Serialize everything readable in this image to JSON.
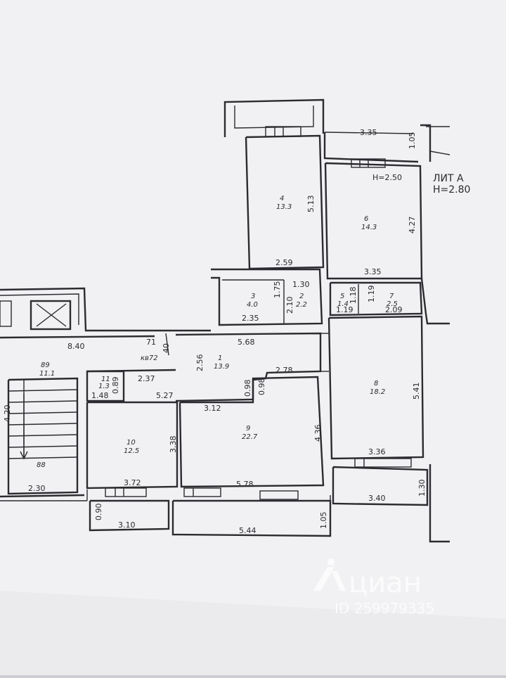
{
  "header": {
    "lit": "ЛИТ А",
    "height": "Н=2.80",
    "height_small": "Н=2.50"
  },
  "flat_label": "кв72",
  "rooms": [
    {
      "id": "room-1",
      "num": "1",
      "area": "13.9"
    },
    {
      "id": "room-2",
      "num": "2",
      "area": "2.2"
    },
    {
      "id": "room-3",
      "num": "3",
      "area": "4.0"
    },
    {
      "id": "room-4",
      "num": "4",
      "area": "13.3"
    },
    {
      "id": "room-5",
      "num": "5",
      "area": "1.4"
    },
    {
      "id": "room-6",
      "num": "6",
      "area": "14.3"
    },
    {
      "id": "room-7",
      "num": "7",
      "area": "2.5"
    },
    {
      "id": "room-8",
      "num": "8",
      "area": "18.2"
    },
    {
      "id": "room-9",
      "num": "9",
      "area": "22.7"
    },
    {
      "id": "room-10",
      "num": "10",
      "area": "12.5"
    },
    {
      "id": "room-11",
      "num": "11",
      "area": "1.3"
    },
    {
      "id": "room-89",
      "num": "89",
      "area": "11.1"
    },
    {
      "id": "room-88",
      "num": "88",
      "area": ""
    }
  ],
  "dimensions": {
    "d_3_35_top": "3.35",
    "d_1_05_top": "1.05",
    "d_5_13": "5.13",
    "d_2_59": "2.59",
    "d_4_27": "4.27",
    "d_3_35_mid": "3.35",
    "d_1_30_top": "1.30",
    "d_1_75": "1.75",
    "d_2_10": "2.10",
    "d_2_35": "2.35",
    "d_1_19a": "1.19",
    "d_1_18": "1.18",
    "d_1_19b": "1.19",
    "d_2_09": "2.09",
    "d_8_40": "8.40",
    "d_71": "71",
    "d_40": "40",
    "d_5_68": "5.68",
    "d_2_56": "2.56",
    "d_2_78": "2.78",
    "d_2_37": "2.37",
    "d_0_98a": "0.98",
    "d_0_98b": "0.98",
    "d_0_89": "0.89",
    "d_1_48": "1.48",
    "d_5_27": "5.27",
    "d_3_12": "3.12",
    "d_5_41": "5.41",
    "d_3_38": "3.38",
    "d_4_36": "4.36",
    "d_3_36": "3.36",
    "d_4_20": "4.20",
    "d_2_30": "2.30",
    "d_3_72": "3.72",
    "d_5_78": "5.78",
    "d_1_30_bot": "1.30",
    "d_3_40": "3.40",
    "d_0_90": "0.90",
    "d_3_10": "3.10",
    "d_5_44": "5.44",
    "d_1_05_bot": "1.05"
  },
  "watermark": {
    "brand": "циан",
    "id_text": "ID 259979335"
  },
  "colors": {
    "paper": "#f1f1f3",
    "ink": "#2b2b30",
    "watermark": "#ffffff"
  }
}
